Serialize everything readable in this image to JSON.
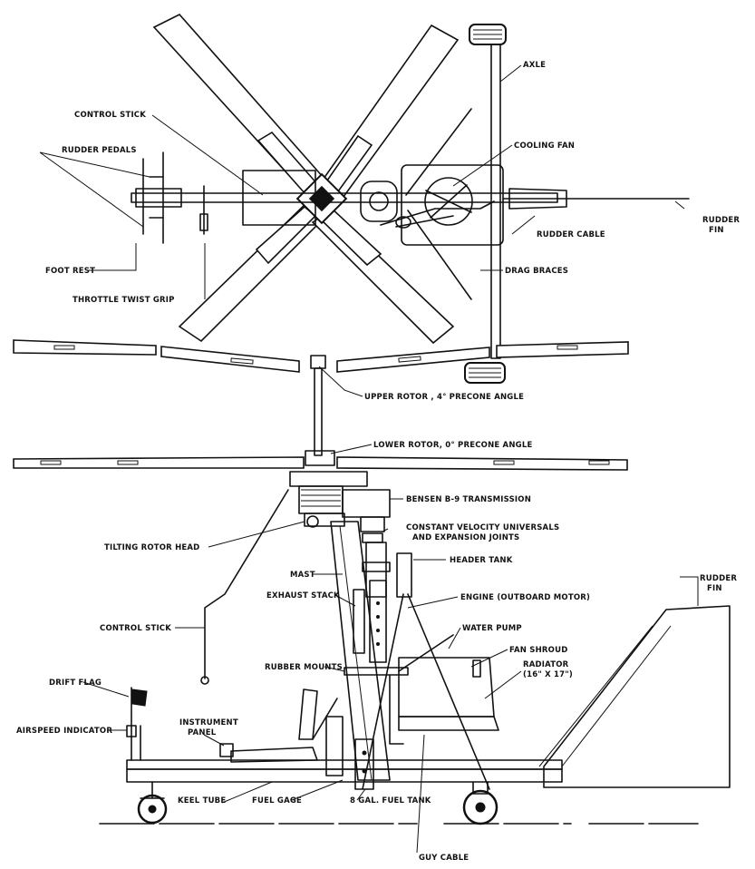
{
  "labels": {
    "axle": "AXLE",
    "control_stick_top": "CONTROL STICK",
    "cooling_fan": "COOLING FAN",
    "rudder_pedals": "RUDDER PEDALS",
    "rudder_fin_top_1": "RUDDER",
    "rudder_fin_top_2": "FIN",
    "rudder_cable": "RUDDER CABLE",
    "foot_rest": "FOOT REST",
    "drag_braces": "DRAG BRACES",
    "throttle_twist_grip": "THROTTLE TWIST GRIP",
    "upper_rotor": "UPPER ROTOR , 4° PRECONE ANGLE",
    "lower_rotor": "LOWER ROTOR,  0° PRECONE ANGLE",
    "transmission": "BENSEN B-9 TRANSMISSION",
    "cv_universals_1": "CONSTANT VELOCITY UNIVERSALS",
    "cv_universals_2": "AND EXPANSION JOINTS",
    "tilting_rotor_head": "TILTING ROTOR HEAD",
    "header_tank": "HEADER TANK",
    "mast": "MAST",
    "rudder_fin_side_1": "RUDDER",
    "rudder_fin_side_2": "FIN",
    "exhaust_stack": "EXHAUST STACK",
    "engine": "ENGINE (OUTBOARD MOTOR)",
    "control_stick_side": "CONTROL STICK",
    "water_pump": "WATER PUMP",
    "fan_shroud": "FAN SHROUD",
    "rubber_mounts": "RUBBER MOUNTS",
    "radiator_1": "RADIATOR",
    "radiator_2": "(16\" X 17\")",
    "drift_flag": "DRIFT FLAG",
    "instrument_panel_1": "INSTRUMENT",
    "instrument_panel_2": "PANEL",
    "airspeed_indicator": "AIRSPEED INDICATOR",
    "keel_tube": "KEEL TUBE",
    "fuel_gage": "FUEL GAGE",
    "fuel_tank": "8 GAL. FUEL TANK",
    "guy_cable": "GUY CABLE"
  }
}
